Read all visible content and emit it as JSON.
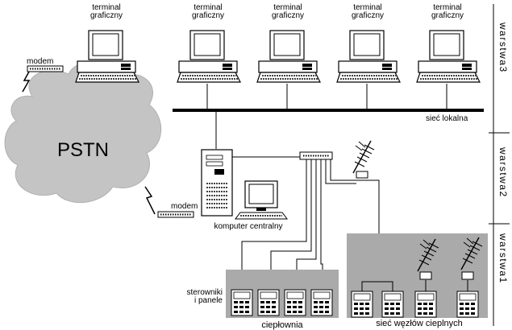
{
  "network": {
    "cloud_label": "PSTN",
    "modem_label": "modem",
    "terminal_line1": "terminal",
    "terminal_line2": "graficzny",
    "lan_label": "sieć lokalna",
    "central_computer_label": "komputer centralny",
    "controllers_line1": "sterowniki",
    "controllers_line2": "i panele",
    "boiler_label": "ciepłownia",
    "substations_label": "sieć węzłów cieplnych"
  },
  "layers": {
    "layer3": "warstwa3",
    "layer2": "warstwa2",
    "layer1": "warstwa1"
  },
  "colors": {
    "cloud": "#c4c4c4",
    "region_fill": "#aaaaaa",
    "line": "#000000"
  }
}
